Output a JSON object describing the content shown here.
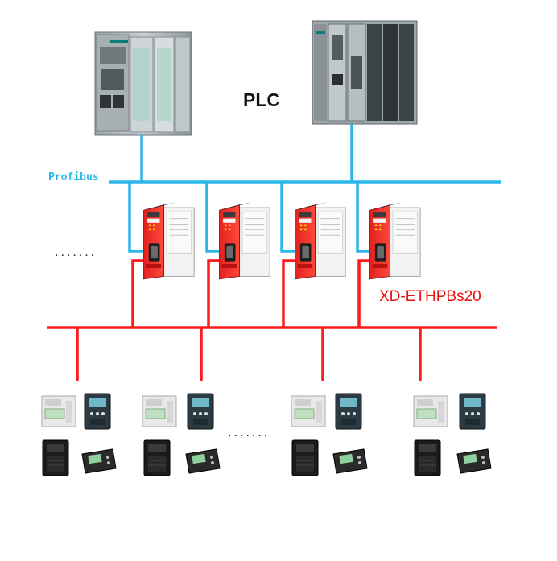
{
  "labels": {
    "plc": "PLC",
    "profibus": "Profibus",
    "gateway_model": "XD-ETHPBs20",
    "ellipsis_left": ".......",
    "ellipsis_bottom": "......."
  },
  "colors": {
    "profibus_line": "#29b6e8",
    "ethernet_line": "#ff1a1a",
    "gateway_label": "#e81010",
    "profibus_label": "#29b6e8"
  },
  "icons": {
    "plc_left": "siemens-s7-300-plc-icon",
    "plc_right": "siemens-s7-400-plc-icon",
    "gateway": "xd-ethpbs20-gateway-icon",
    "power_meter": "din-rail-energy-meter-icon",
    "vfd_blue": "variable-frequency-drive-icon",
    "vfd_black": "frequency-inverter-icon",
    "controller": "controller-panel-icon"
  }
}
